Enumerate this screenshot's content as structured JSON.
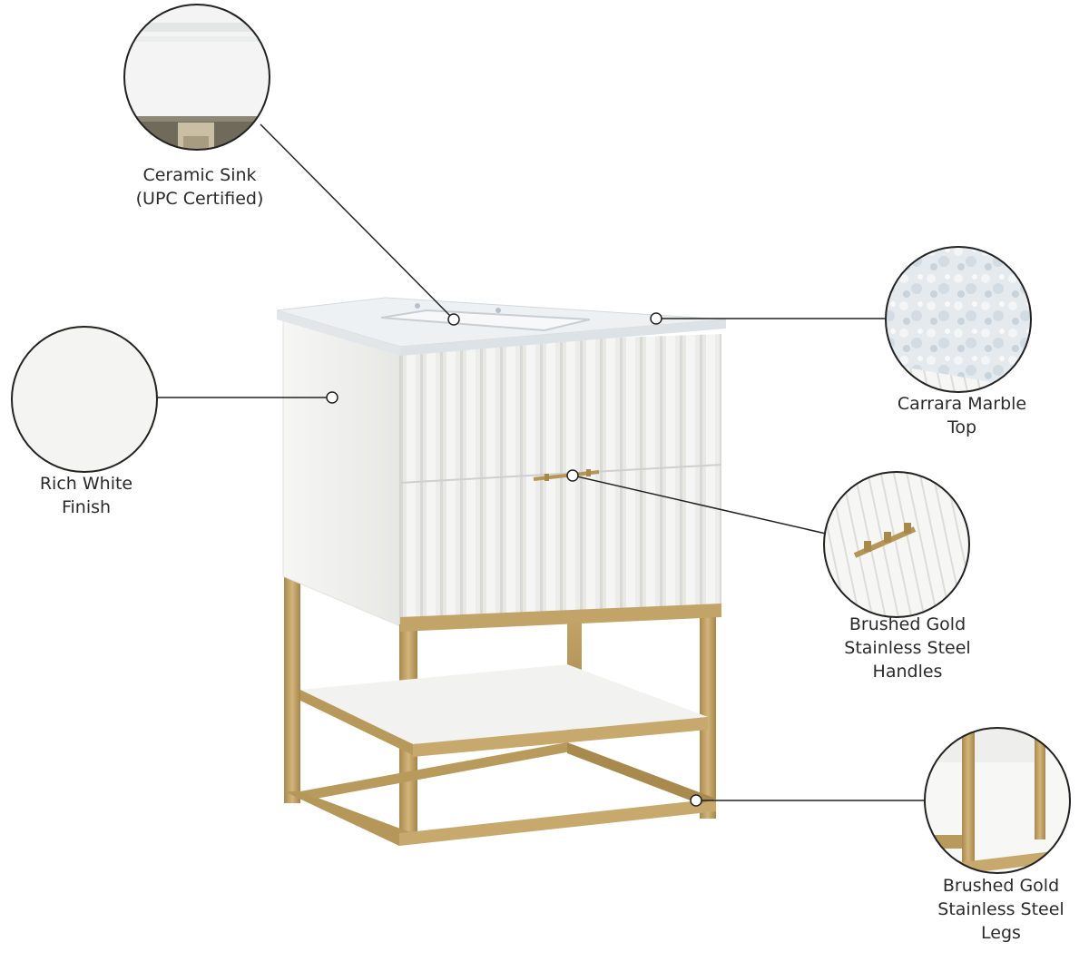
{
  "callouts": {
    "sink": {
      "line1": "Ceramic Sink",
      "line2": "(UPC Certified)"
    },
    "finish": {
      "line1": "Rich White",
      "line2": "Finish"
    },
    "marble": {
      "line1": "Carrara Marble",
      "line2": "Top"
    },
    "handles": {
      "line1": "Brushed Gold",
      "line2": "Stainless Steel",
      "line3": "Handles"
    },
    "legs": {
      "line1": "Brushed Gold",
      "line2": "Stainless Steel",
      "line3": "Legs"
    }
  },
  "colors": {
    "cabinet_white": "#f4f4f2",
    "gold": "#b99a5c",
    "marble": "#e8ecef",
    "outline": "#222222"
  }
}
